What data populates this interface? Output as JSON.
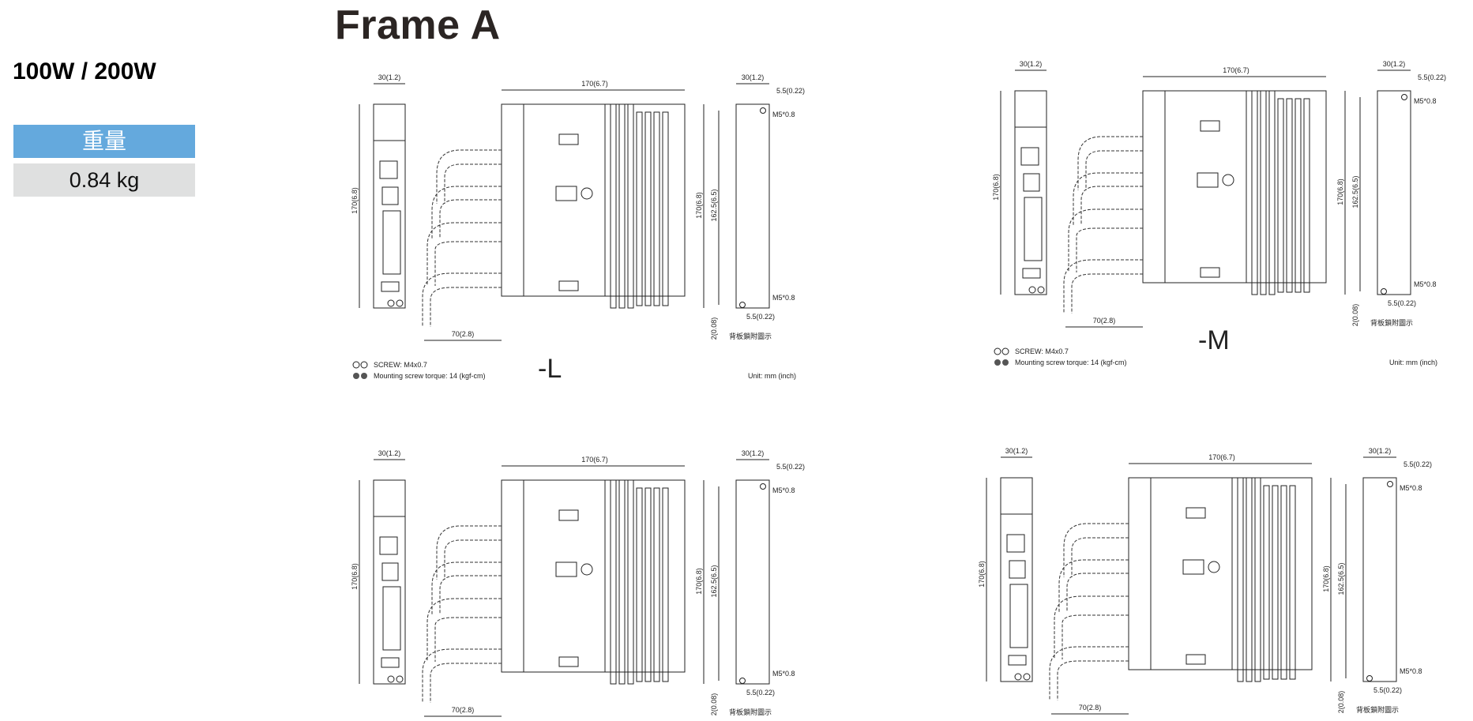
{
  "title": "Frame A",
  "power_rating": "100W / 200W",
  "weight": {
    "label": "重量",
    "value": "0.84 kg"
  },
  "dimensions": {
    "front_width": "30(1.2)",
    "height": "170(6.8)",
    "depth": "170(6.7)",
    "cable_clearance": "70(2.8)",
    "back_width": "30(1.2)",
    "hole_offset_top": "5.5(0.22)",
    "hole_offset_bottom": "5.5(0.22)",
    "screw_top": "M5*0.8",
    "screw_bottom": "M5*0.8",
    "back_height": "170(6.8)",
    "hole_pitch": "162.5(6.5)",
    "bottom_gap": "2(0.08)",
    "back_caption": "背板鎖附圖示"
  },
  "notes": {
    "screw": "SCREW: M4x0.7",
    "torque": "Mounting screw torque: 14 (kgf-cm)",
    "unit": "Unit: mm (inch)"
  },
  "panels": [
    {
      "variant": "-L",
      "full_notes": true
    },
    {
      "variant": "-M",
      "full_notes": true
    },
    {
      "variant": "",
      "full_notes": false
    },
    {
      "variant": "",
      "full_notes": false
    }
  ]
}
